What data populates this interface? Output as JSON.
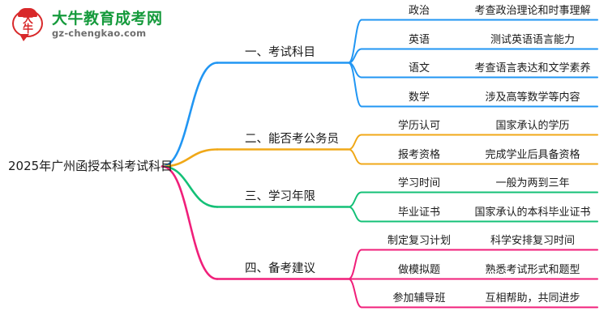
{
  "logo": {
    "mark_chars": [
      "大",
      "牛"
    ],
    "title": "大牛教育成考网",
    "subtitle": "gz-chengkao.com",
    "title_color": "#159a3c",
    "mark_color": "#d8282a"
  },
  "diagram": {
    "type": "mindmap",
    "root": {
      "label": "2025年广州函授本科考试科目"
    },
    "branches": [
      {
        "label": "一、考试科目",
        "color": "#2196f3",
        "children": [
          {
            "label": "政治",
            "detail": "考查政治理论和时事理解"
          },
          {
            "label": "英语",
            "detail": "测试英语语言能力"
          },
          {
            "label": "语文",
            "detail": "考查语言表达和文学素养"
          },
          {
            "label": "数学",
            "detail": "涉及高等数学等内容"
          }
        ]
      },
      {
        "label": "二、能否考公务员",
        "color": "#f0a818",
        "children": [
          {
            "label": "学历认可",
            "detail": "国家承认的学历"
          },
          {
            "label": "报考资格",
            "detail": "完成学业后具备资格"
          }
        ]
      },
      {
        "label": "三、学习年限",
        "color": "#14c077",
        "children": [
          {
            "label": "学习时间",
            "detail": "一般为两到三年"
          },
          {
            "label": "毕业证书",
            "detail": "国家承认的本科毕业证书"
          }
        ]
      },
      {
        "label": "四、备考建议",
        "color": "#f01f7a",
        "children": [
          {
            "label": "制定复习计划",
            "detail": "科学安排复习时间"
          },
          {
            "label": "做模拟题",
            "detail": "熟悉考试形式和题型"
          },
          {
            "label": "参加辅导班",
            "detail": "互相帮助，共同进步"
          }
        ]
      }
    ]
  }
}
